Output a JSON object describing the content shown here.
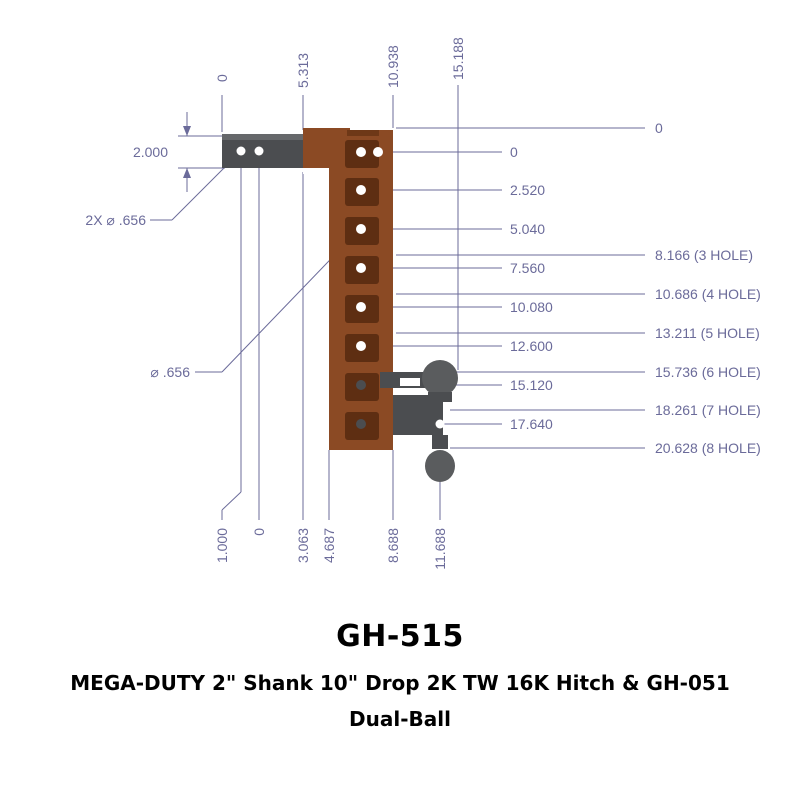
{
  "title": {
    "model": "GH-515",
    "description": "MEGA-DUTY 2\" Shank 10\" Drop 2K TW 16K Hitch & GH-051 Dual-Ball"
  },
  "colors": {
    "dimension": "#6b6b9a",
    "bar": "#8b4a24",
    "bar_dark": "#5e2e12",
    "shank": "#4b4d50",
    "ball": "#5a5c5e"
  },
  "dimensions": {
    "top": [
      "0",
      "5.313",
      "10.938",
      "15.188"
    ],
    "bottom": [
      "1.000",
      "0",
      "3.063",
      "4.687",
      "8.688",
      "11.688"
    ],
    "holes": [
      "0",
      "2.520",
      "5.040",
      "7.560",
      "10.080",
      "12.600",
      "15.120",
      "17.640"
    ],
    "drops": [
      "0",
      "8.166 (3 HOLE)",
      "10.686 (4 HOLE)",
      "13.211 (5 HOLE)",
      "15.736 (6 HOLE)",
      "18.261 (7 HOLE)",
      "20.628 (8 HOLE)"
    ],
    "shank_height": "2.000",
    "shank_holes": "2X ⌀ .656",
    "bar_hole": "⌀ .656"
  }
}
